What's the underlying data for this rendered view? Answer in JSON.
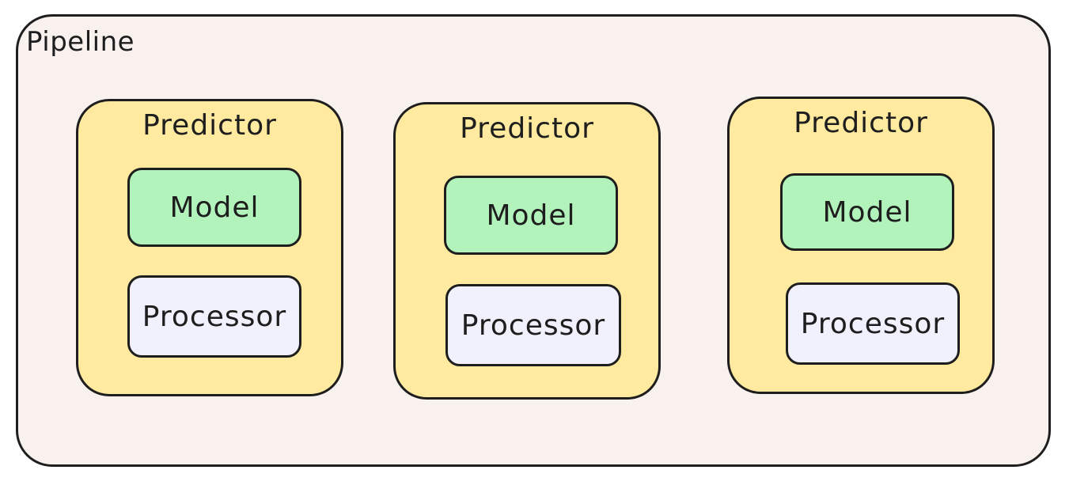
{
  "pipeline": {
    "title": "Pipeline",
    "colors": {
      "pipeline_fill": "#f8f1ee",
      "predictor_fill": "#ffeaa0",
      "model_fill": "#b2f2bb",
      "processor_fill": "#f1f0fd",
      "stroke": "#1e1e1e"
    },
    "predictors": [
      {
        "title": "Predictor",
        "model": "Model",
        "processor": "Processor"
      },
      {
        "title": "Predictor",
        "model": "Model",
        "processor": "Processor"
      },
      {
        "title": "Predictor",
        "model": "Model",
        "processor": "Processor"
      }
    ]
  }
}
